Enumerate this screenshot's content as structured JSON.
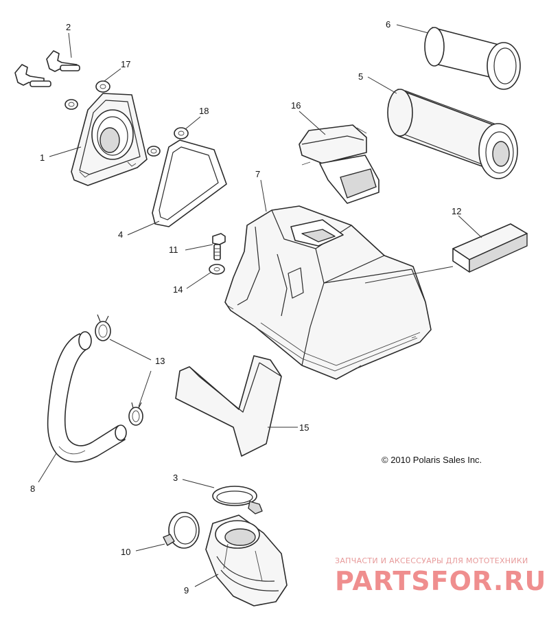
{
  "callouts": {
    "c1": "1",
    "c2": "2",
    "c3": "3",
    "c4": "4",
    "c5": "5",
    "c6": "6",
    "c7": "7",
    "c8": "8",
    "c9": "9",
    "c10": "10",
    "c11": "11",
    "c12": "12",
    "c13": "13",
    "c14": "14",
    "c15": "15",
    "c16": "16",
    "c17": "17",
    "c18": "18"
  },
  "copyright": "© 2010 Polaris Sales Inc.",
  "watermark": {
    "tagline": "ЗАПЧАСТИ И АКСЕССУАРЫ ДЛЯ МОТОТЕХНИКИ",
    "brand": "PARTSFOR.RU"
  }
}
